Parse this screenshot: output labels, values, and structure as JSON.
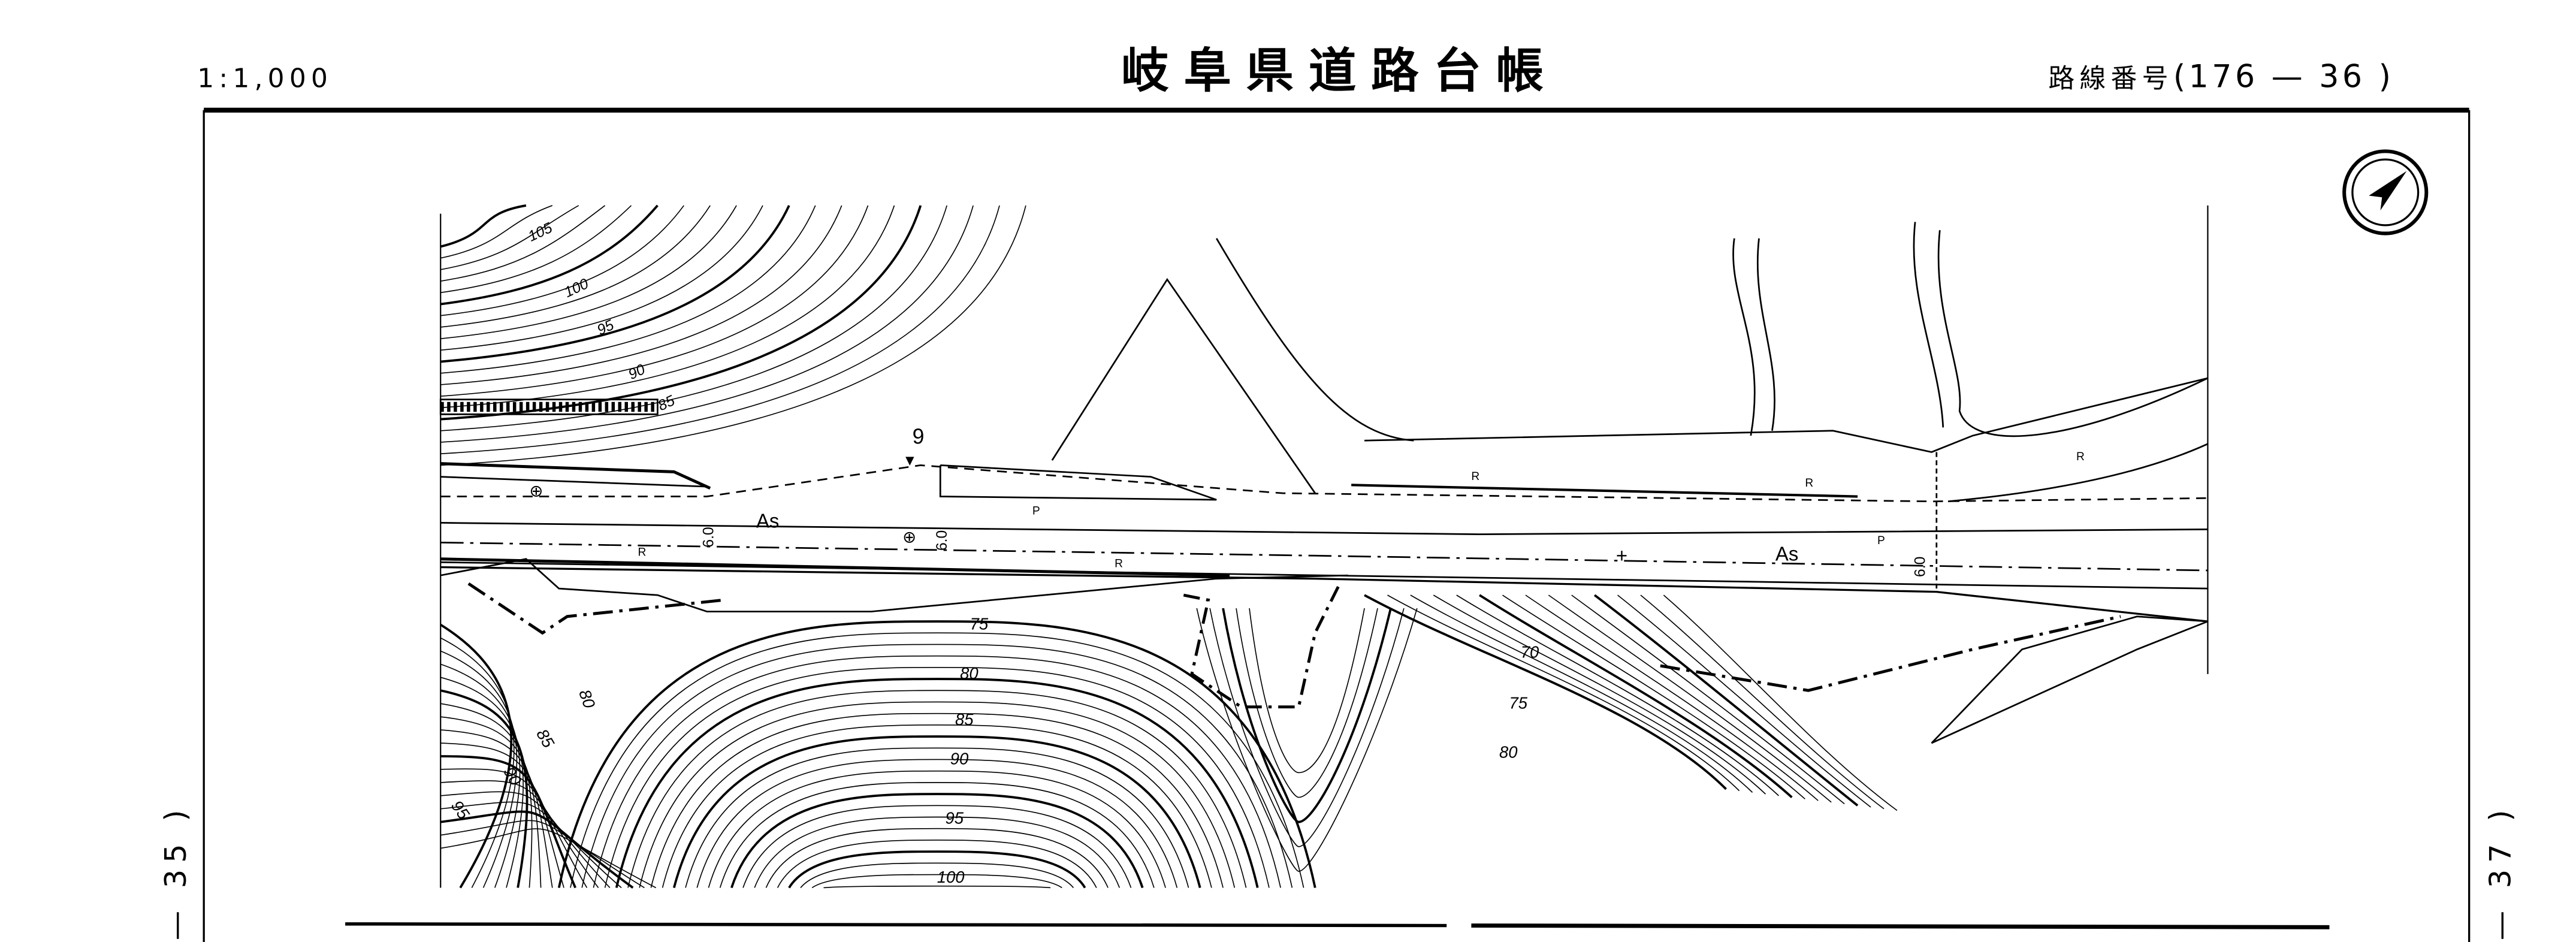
{
  "header": {
    "scale": "1:1,000",
    "title": "岐阜県道路台帳",
    "route_label": "路線番号",
    "route_number": "(176 — 36 )"
  },
  "side": {
    "left_sheet": "— 35 )",
    "right_sheet": "— 37 )"
  },
  "map": {
    "north_arrow": "north-arrow-icon",
    "station": "9",
    "surface": "As",
    "width": "6.0",
    "retaining_wall": "R",
    "parking": "P",
    "contours": [
      "105",
      "100",
      "95",
      "90",
      "85",
      "75",
      "80",
      "85",
      "90",
      "95",
      "100",
      "70",
      "75",
      "80",
      "80",
      "85",
      "90",
      "95"
    ]
  }
}
